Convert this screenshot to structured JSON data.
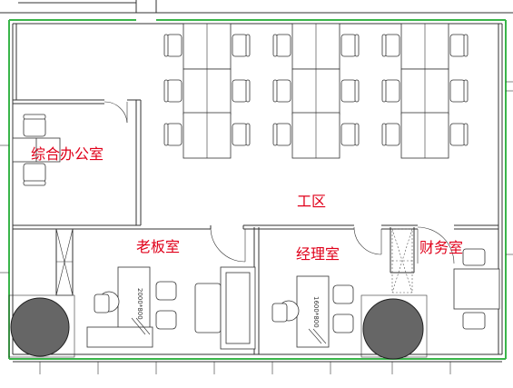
{
  "floor_plan": {
    "rooms": {
      "general_office": "综合办公室",
      "work_area": "工区",
      "boss_office": "老板室",
      "manager_office": "经理室",
      "finance_office": "财务室"
    },
    "desk_dimensions": {
      "boss_desk": "2000*800",
      "manager_desk": "1600*800"
    },
    "colors": {
      "room_label": "#e0001a",
      "outer_boundary": "#3ab54a",
      "walls": "#333333"
    }
  }
}
